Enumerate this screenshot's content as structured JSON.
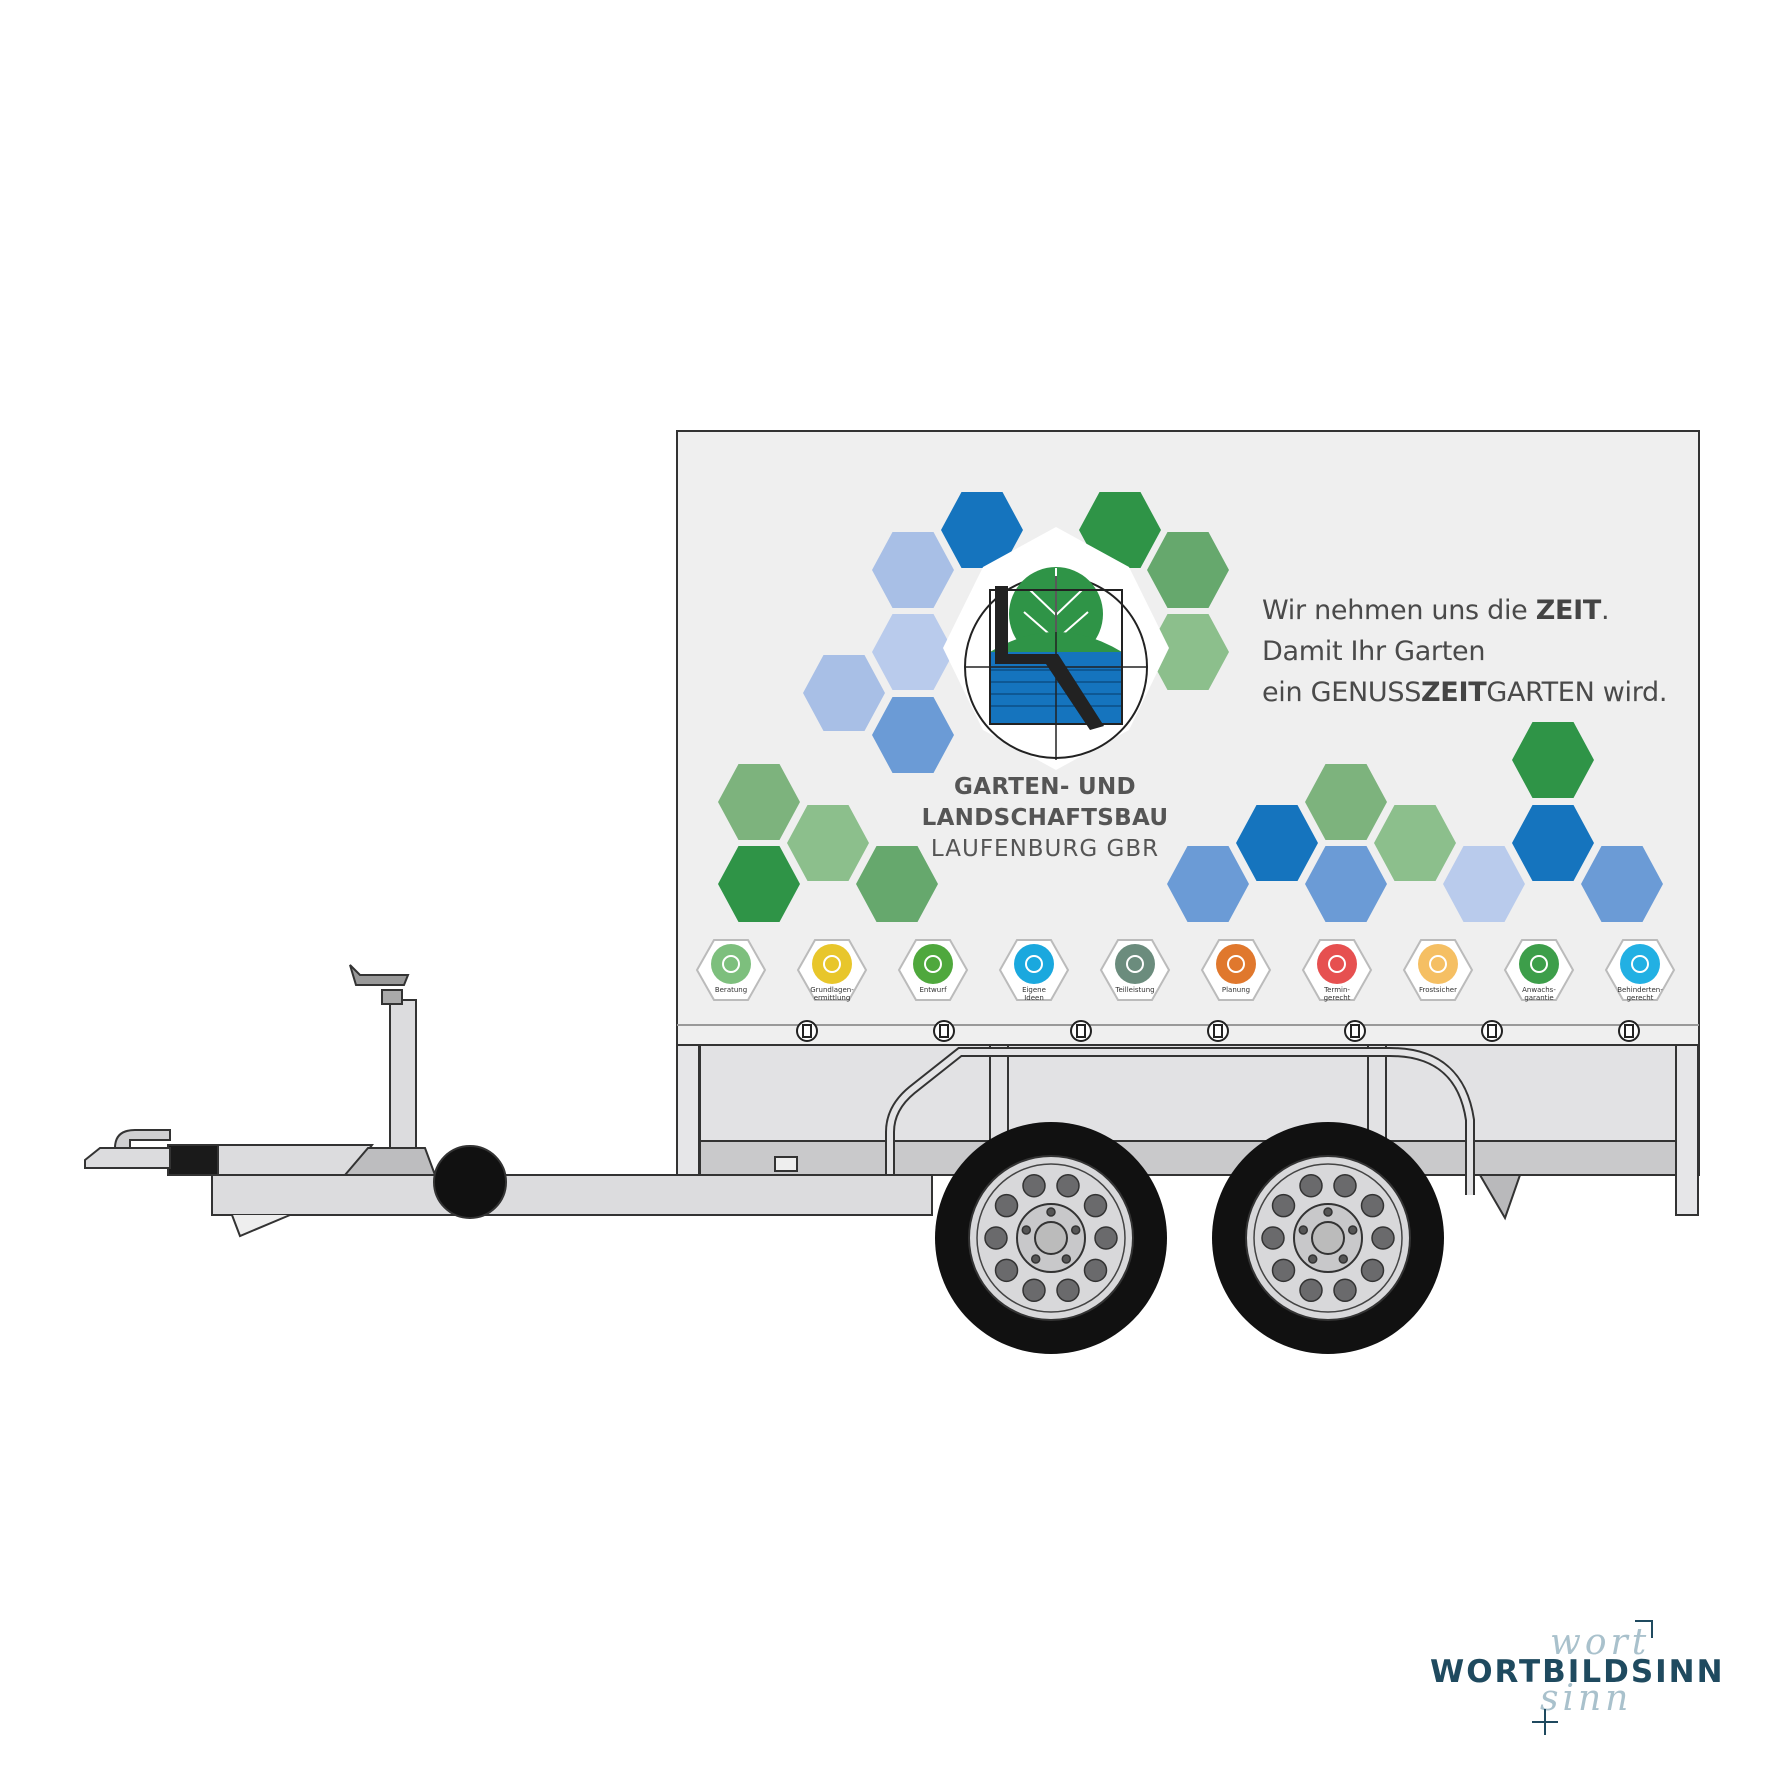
{
  "slogan": {
    "line1_prefix": "Wir nehmen uns die ",
    "line1_bold": "ZEIT",
    "line1_suffix": ".",
    "line2": "Damit Ihr Garten",
    "line3_prefix": "ein GENUSS",
    "line3_bold": "ZEIT",
    "line3_suffix": "GARTEN wird."
  },
  "company": {
    "line1": "GARTEN- UND",
    "line2": "LANDSCHAFTSBAU",
    "line3": "LAUFENBURG  GBR"
  },
  "service_icons": [
    {
      "label": "Beratung",
      "icon": "people-icon",
      "color": "#7dbf7d"
    },
    {
      "label": "Grundlagen-\nermittlung",
      "icon": "ruler-triangle-icon",
      "color": "#e8c62b"
    },
    {
      "label": "Entwurf",
      "icon": "image-icon",
      "color": "#4fa83d"
    },
    {
      "label": "Eigene\nIdeen",
      "icon": "lightbulb-icon",
      "color": "#1aa8de"
    },
    {
      "label": "Teilleistung",
      "icon": "clock-icon",
      "color": "#6b8c7d"
    },
    {
      "label": "Planung",
      "icon": "pencil-icon",
      "color": "#e0782d"
    },
    {
      "label": "Termin-\ngerecht",
      "icon": "calendar-icon",
      "color": "#e65050"
    },
    {
      "label": "Frostsicher",
      "icon": "snowflake-icon",
      "color": "#f5bf63"
    },
    {
      "label": "Anwachs-\ngarantie",
      "icon": "flower-icon",
      "color": "#3d9e4a"
    },
    {
      "label": "Behinderten-\ngerecht",
      "icon": "wheelchair-icon",
      "color": "#22b0e3"
    }
  ],
  "brand": {
    "script_top": "wort",
    "main": "WORTBILDSINN",
    "script_bottom": "sinn"
  },
  "colors": {
    "blue_dark": "#1574be",
    "blue_mid": "#6b9bd6",
    "blue_light": "#a8bfe6",
    "green_dark": "#2f9447",
    "green_mid": "#66a86d",
    "green_light": "#8cbf8c",
    "tarp": "#efefef",
    "frame": "#dcdcde",
    "brand_dark": "#1f4a5f"
  }
}
